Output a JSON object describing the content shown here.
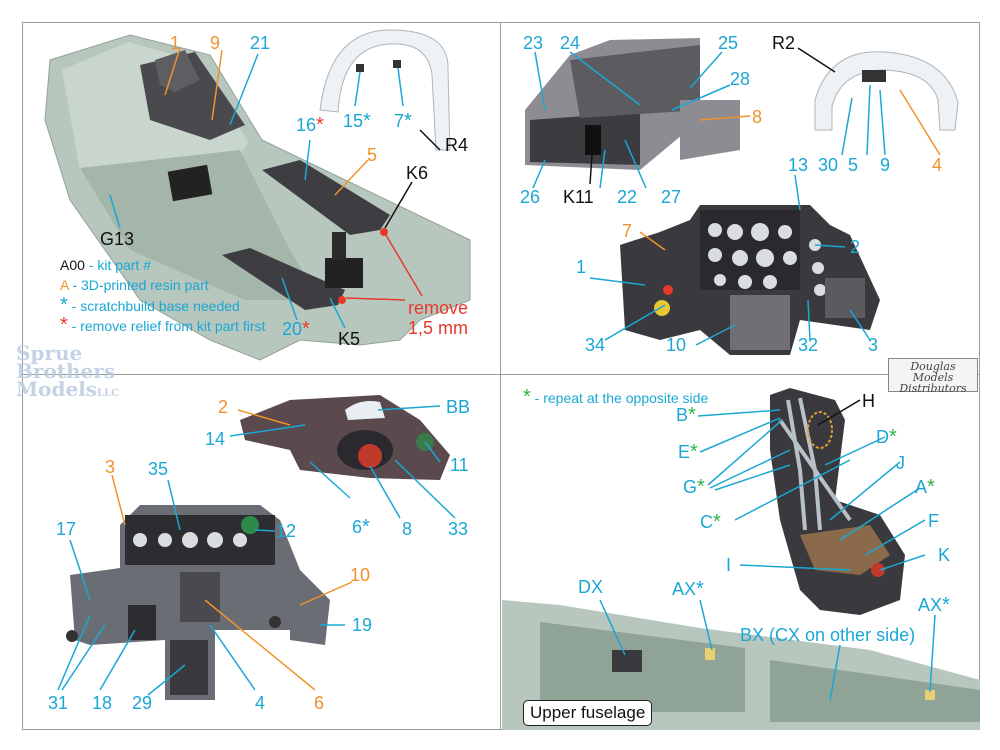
{
  "legend": {
    "kit_symbol": "A00",
    "kit_text": " - kit part #",
    "resin_symbol": "A",
    "resin_text": " - 3D-printed resin part",
    "scratch_symbol": "*",
    "scratch_text": " - scratchbuild base needed",
    "relief_symbol": "*",
    "relief_text": " - remove relief from kit part first"
  },
  "remove_note": {
    "line1": "remove",
    "line2": "1,5 mm"
  },
  "watermark": {
    "line1": "Sprue",
    "line2": "Brothers",
    "line3": "Models"
  },
  "watermark_suffix": "LLC",
  "distributor": {
    "line1": "Douglas",
    "line2": "Models",
    "line3": "Distributors"
  },
  "repeat_note": {
    "star": "*",
    "text": " - repeat at the opposite side"
  },
  "upper_fuselage": "Upper fuselage",
  "colors": {
    "cyan": "#1aa7d4",
    "orange": "#f0922b",
    "red": "#e53a2a",
    "green": "#2db34a",
    "black": "#111111",
    "kit_grey_green": "#b8c7bd",
    "panel_dark": "#4a4a4e"
  },
  "labels_tl": {
    "l1": "1",
    "l9": "9",
    "l21": "21",
    "l16": "16",
    "l15": "15",
    "l7": "7",
    "r4": "R4",
    "l5": "5",
    "k6": "K6",
    "g13": "G13",
    "l20": "20",
    "k5": "K5"
  },
  "labels_tr": {
    "l23": "23",
    "l24": "24",
    "l25": "25",
    "l28": "28",
    "l8": "8",
    "l26": "26",
    "k11": "K11",
    "l22": "22",
    "l27": "27",
    "r2": "R2",
    "l30": "30",
    "l5": "5",
    "l9": "9",
    "l4": "4",
    "l13": "13",
    "l7": "7",
    "l2": "2",
    "l1": "1",
    "l34": "34",
    "l10": "10",
    "l32": "32",
    "l3": "3"
  },
  "labels_bl": {
    "l2": "2",
    "bb": "BB",
    "l14": "14",
    "l11": "11",
    "l6": "6",
    "l8": "8",
    "l33": "33",
    "l3": "3",
    "l35": "35",
    "l17": "17",
    "l12": "12",
    "l10": "10",
    "l19": "19",
    "l31": "31",
    "l18": "18",
    "l29": "29",
    "l4": "4",
    "l6b": "6"
  },
  "labels_br": {
    "b": "B",
    "h": "H",
    "e": "E",
    "d": "D",
    "j": "J",
    "g": "G",
    "a": "A",
    "c": "C",
    "f": "F",
    "i": "I",
    "k": "K",
    "dx": "DX",
    "ax1": "AX",
    "bx": "BX (CX on other side)",
    "ax2": "AX"
  },
  "star": "*"
}
